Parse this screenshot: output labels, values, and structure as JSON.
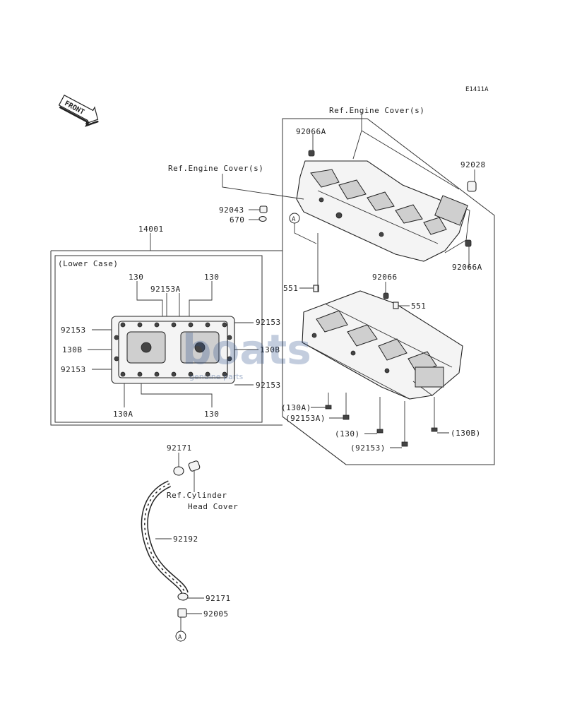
{
  "diagram_code": "E1411A",
  "front_marker": "FRONT",
  "lower_case_title": "(Lower Case)",
  "ref_marker": "A",
  "watermark": {
    "brand": "boats",
    "tagline": "genuine parts"
  },
  "labels": {
    "ref_engine_cover_top": "Ref.Engine Cover(s)",
    "ref_engine_cover_left": "Ref.Engine Cover(s)",
    "p92066A_top": "92066A",
    "p92028": "92028",
    "p92066A_right": "92066A",
    "p92043": "92043",
    "p670": "670",
    "p14001": "14001",
    "p92066": "92066",
    "p551_left": "551",
    "p551_right": "551",
    "lc_130_left": "130",
    "lc_130_right": "130",
    "lc_92153A": "92153A",
    "lc_92153_tl": "92153",
    "lc_92153_tr": "92153",
    "lc_130B_left": "130B",
    "lc_130B_right": "130B",
    "lc_92153_bl": "92153",
    "lc_92153_br": "92153",
    "lc_130A": "130A",
    "lc_130_bottom": "130",
    "b_130A": "(130A)",
    "b_92153A": "(92153A)",
    "b_130": "(130)",
    "b_92153": "(92153)",
    "b_130B": "(130B)",
    "p92171_top": "92171",
    "ref_cyl_head_1": "Ref.Cylinder",
    "ref_cyl_head_2": "Head Cover",
    "p92192": "92192",
    "p92171_bottom": "92171",
    "p92005": "92005"
  }
}
